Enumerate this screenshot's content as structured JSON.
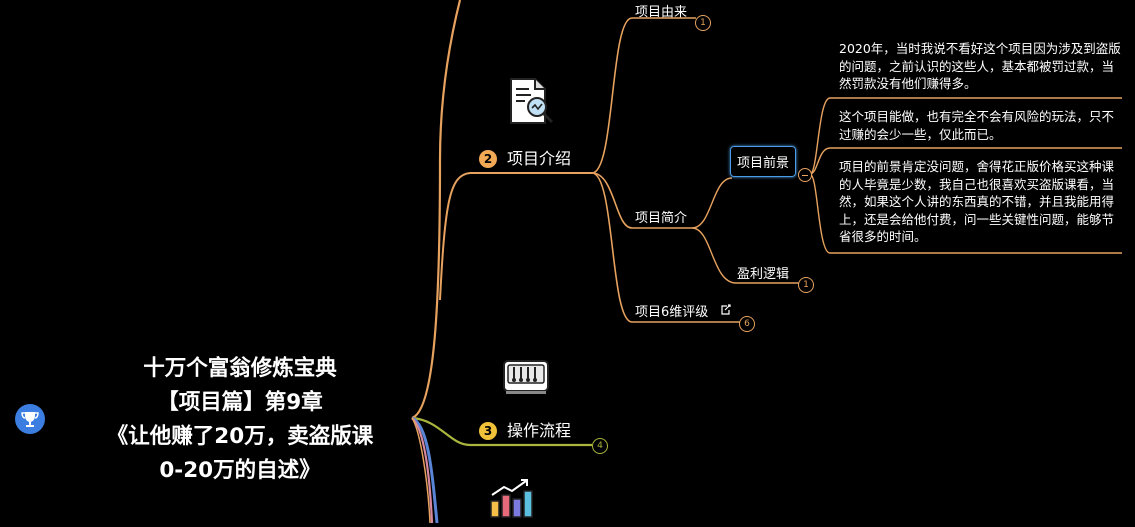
{
  "root": {
    "title_lines": [
      "十万个富翁修炼宝典",
      "【项目篇】第9章",
      "《让他赚了20万，卖盗版课",
      "0-20万的自述》"
    ]
  },
  "branches": {
    "intro": {
      "number": "2",
      "label": "项目介绍",
      "icon": "document-analysis-icon"
    },
    "process": {
      "number": "3",
      "label": "操作流程",
      "icon": "machine-panel-icon",
      "badge": "4"
    },
    "growth": {
      "icon": "bar-chart-growth-icon"
    }
  },
  "children": {
    "origin": {
      "label": "项目由来",
      "badge": "1"
    },
    "summary": {
      "label": "项目简介"
    },
    "prospect": {
      "label": "项目前景"
    },
    "profit": {
      "label": "盈利逻辑",
      "badge": "1"
    },
    "rating": {
      "label": "项目6维评级",
      "badge": "6",
      "icon": "external-link-icon"
    }
  },
  "notes": [
    "2020年，当时我说不看好这个项目因为涉及到盗版的问题，之前认识的这些人，基本都被罚过款，当然罚款没有他们赚得多。",
    "这个项目能做，也有完全不会有风险的玩法，只不过赚的会少一些，仅此而已。",
    "项目的前景肯定没问题，舍得花正版价格买这种课的人毕竟是少数，我自己也很喜欢买盗版课看，当然，如果这个人讲的东西真的不错，并且我能用得上，还是会给他付费，问一些关键性问题，能够节省很多的时间。"
  ],
  "colors": {
    "orange_branch": "#e6a25e",
    "green_branch": "#a9b53c",
    "blue_branch": "#5a84d6",
    "pink_branch": "#d98aa0",
    "trophy_bg": "#3b7de0",
    "highlight_border": "#4d9ee8"
  }
}
